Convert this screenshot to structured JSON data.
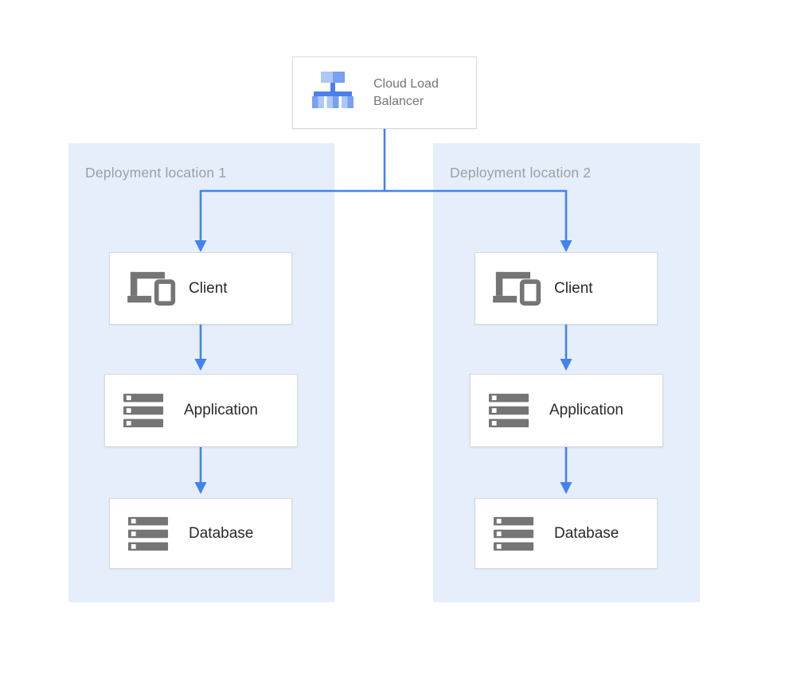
{
  "load_balancer": {
    "label": "Cloud Load Balancer",
    "icon": "cloud-load-balancer-icon"
  },
  "regions": [
    {
      "label": "Deployment location 1",
      "nodes": [
        {
          "label": "Client",
          "icon": "client-devices-icon"
        },
        {
          "label": "Application",
          "icon": "server-stack-icon"
        },
        {
          "label": "Database",
          "icon": "server-stack-icon"
        }
      ]
    },
    {
      "label": "Deployment location 2",
      "nodes": [
        {
          "label": "Client",
          "icon": "client-devices-icon"
        },
        {
          "label": "Application",
          "icon": "server-stack-icon"
        },
        {
          "label": "Database",
          "icon": "server-stack-icon"
        }
      ]
    }
  ],
  "connections": [
    {
      "from": "cloud-load-balancer",
      "to": "client-1"
    },
    {
      "from": "cloud-load-balancer",
      "to": "client-2"
    },
    {
      "from": "client-1",
      "to": "application-1"
    },
    {
      "from": "application-1",
      "to": "database-1"
    },
    {
      "from": "client-2",
      "to": "application-2"
    },
    {
      "from": "application-2",
      "to": "database-2"
    }
  ],
  "colors": {
    "arrow": "#4382ef",
    "region_bg": "#e5eefa",
    "box_border": "#d9d9d9",
    "node_text": "#2a2a2a",
    "lb_text": "#757575",
    "region_label_text": "#9aa0a6",
    "icon_gray": "#757575",
    "lb_icon_light": "#aec7f6",
    "lb_icon_medium": "#78a0f3",
    "lb_icon_dark": "#4a80ee"
  }
}
